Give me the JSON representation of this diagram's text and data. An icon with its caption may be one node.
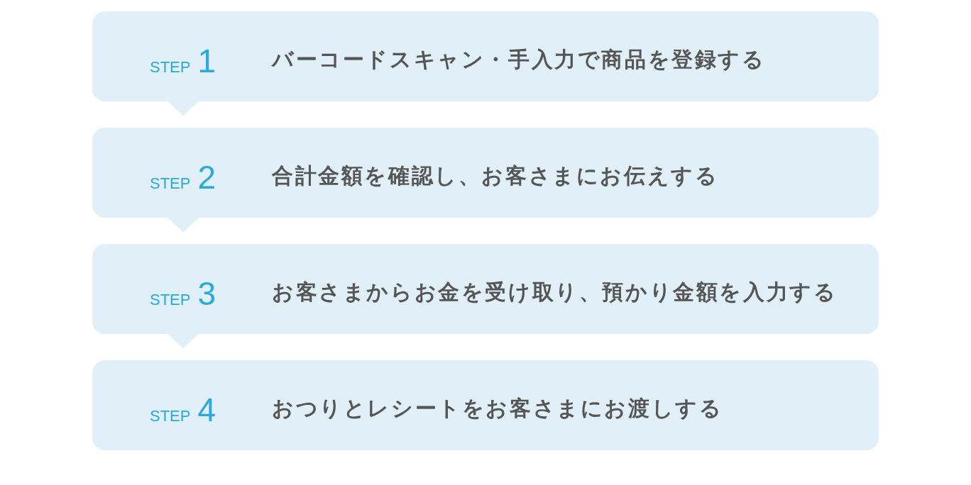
{
  "diagram": {
    "nodes": [
      {
        "text": [
          "STEP",
          "1",
          "バーコードスキャン・手入力で商品を登録する"
        ]
      },
      {
        "text": [
          "STEP",
          "2",
          "合計金額を確認し、お客さまにお伝えする"
        ]
      },
      {
        "text": [
          "STEP",
          "3",
          "お客さまからお金を受け取り、預かり金額を入力する"
        ]
      },
      {
        "text": [
          "STEP",
          "4",
          "おつりとレシートをお客さまにお渡しする"
        ]
      }
    ],
    "edges": [
      {
        "from": 0,
        "to": 1,
        "arrow": "to"
      },
      {
        "from": 1,
        "to": 2,
        "arrow": "to"
      },
      {
        "from": 2,
        "to": 3,
        "arrow": "to"
      }
    ]
  }
}
